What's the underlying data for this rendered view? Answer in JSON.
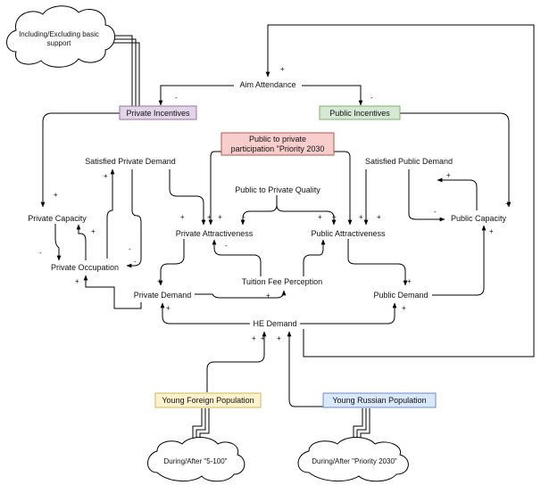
{
  "nodes": {
    "aim_attendance": "Aim Attendance",
    "private_incentives": "Private Incentives",
    "public_incentives": "Public Incentives",
    "public_to_private_participation_line1": "Public to private",
    "public_to_private_participation_line2": "participation \"Priority 2030",
    "satisfied_private_demand": "Satisfied Private Demand",
    "satisfied_public_demand": "Satisfied Public Demand",
    "public_to_private_quality": "Public to Private Quality",
    "private_capacity": "Private Capacity",
    "public_capacity": "Public Capacity",
    "private_attractiveness": "Private Attractiveness",
    "public_attractiveness": "Public Attractiveness",
    "private_occupation": "Private Occupation",
    "tuition_fee_perception": "Tuition Fee Perception",
    "private_demand": "Private Demand",
    "public_demand": "Public Demand",
    "he_demand": "HE Demand",
    "young_foreign_population": "Young Foreign Population",
    "young_russian_population": "Young Russian Population",
    "cloud_basic_support_line1": "Including/Excluding basic",
    "cloud_basic_support_line2": "support",
    "cloud_5_100": "During/After \"5-100\"",
    "cloud_priority_2030": "During/After \"Priority 2030\""
  },
  "signs": {
    "plus": "+",
    "minus": "-"
  },
  "colors": {
    "private_incentives_fill": "#e1d5e7",
    "private_incentives_stroke": "#9673a6",
    "public_incentives_fill": "#d5e8d4",
    "public_incentives_stroke": "#82b366",
    "participation_fill": "#f8cecc",
    "participation_stroke": "#b85450",
    "young_foreign_fill": "#fff2cc",
    "young_foreign_stroke": "#d6b656",
    "young_russian_fill": "#dae8fc",
    "young_russian_stroke": "#6c8ebf"
  }
}
